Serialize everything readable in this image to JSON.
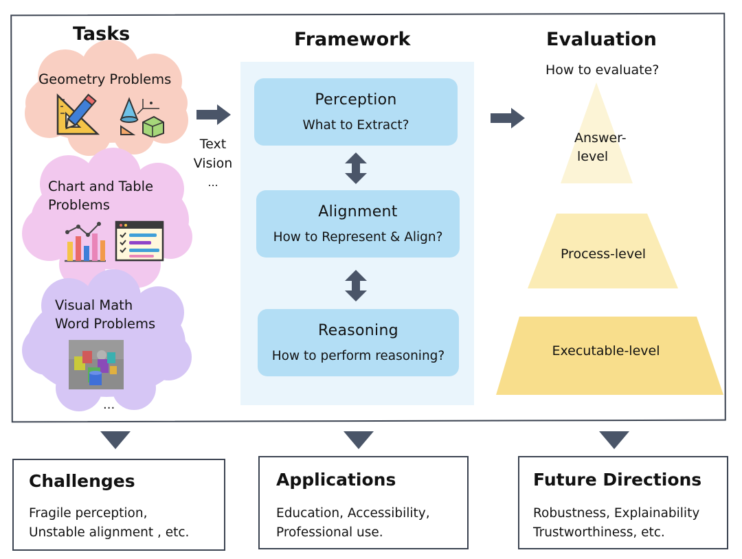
{
  "columns": {
    "tasks_title": "Tasks",
    "framework_title": "Framework",
    "evaluation_title": "Evaluation"
  },
  "tasks": {
    "items": [
      {
        "line1": "Geometry Problems",
        "line2": ""
      },
      {
        "line1": "Chart and Table",
        "line2": "Problems"
      },
      {
        "line1": "Visual Math",
        "line2": "Word Problems"
      }
    ],
    "more": "..."
  },
  "inputs": {
    "line1": "Text",
    "line2": "Vision",
    "line3": "..."
  },
  "framework": {
    "stages": [
      {
        "title": "Perception",
        "question": "What to Extract?"
      },
      {
        "title": "Alignment",
        "question": "How to Represent & Align?"
      },
      {
        "title": "Reasoning",
        "question": "How to perform reasoning?"
      }
    ]
  },
  "evaluation": {
    "question": "How to evaluate?",
    "levels": [
      {
        "line1": "Answer-",
        "line2": "level"
      },
      {
        "line1": "Process-level",
        "line2": ""
      },
      {
        "line1": "Executable-level",
        "line2": ""
      }
    ]
  },
  "bottom": {
    "boxes": [
      {
        "title": "Challenges",
        "line1": "Fragile perception,",
        "line2": "Unstable alignment , etc."
      },
      {
        "title": "Applications",
        "line1": "Education, Accessibility,",
        "line2": "Professional use."
      },
      {
        "title": "Future Directions",
        "line1": "Robustness, Explainability",
        "line2": "Trustworthiness, etc."
      }
    ]
  },
  "colors": {
    "frame": "#3a4250",
    "arrow": "#4a5568",
    "framework_panel": "#eaf5fc",
    "framework_box": "#b3def5",
    "cloud_geometry": "#f9cfc2",
    "cloud_chart": "#f2c8ee",
    "cloud_word": "#d6c6f5",
    "pyramid_top": "#fcf4d6",
    "pyramid_mid": "#fbecb5",
    "pyramid_bottom": "#f8de8c"
  },
  "icons": [
    "set-square-pencil-icon",
    "geometric-solids-icon",
    "bar-chart-icon",
    "table-checklist-icon",
    "3d-objects-scene-image"
  ]
}
